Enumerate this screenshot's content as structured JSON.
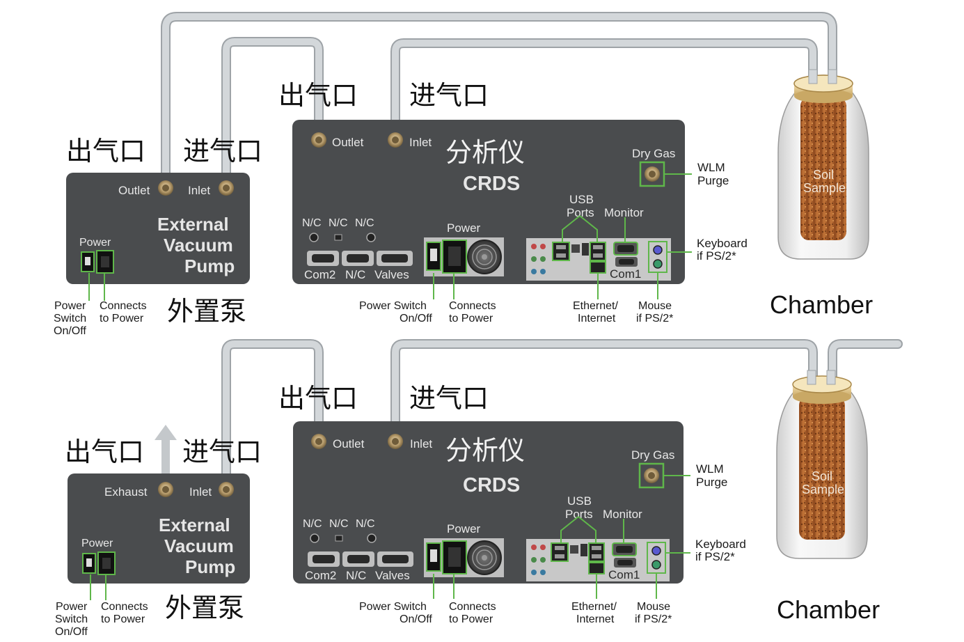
{
  "colors": {
    "panel": "#4a4c4e",
    "tube": "#cfd3d6",
    "accent_green": "#5fb74a",
    "soil": "#b8642e",
    "port_brass": "#b9a27a"
  },
  "labels": {
    "outlet_cn": "出气口",
    "inlet_cn": "进气口",
    "analyzer_cn": "分析仪",
    "pump_cn": "外置泵",
    "outlet": "Outlet",
    "inlet": "Inlet",
    "exhaust": "Exhaust",
    "crds": "CRDS",
    "dry_gas": "Dry Gas",
    "wlm_purge_1": "WLM",
    "wlm_purge_2": "Purge",
    "usb_ports_1": "USB",
    "usb_ports_2": "Ports",
    "monitor": "Monitor",
    "power": "Power",
    "nc": "N/C",
    "com2": "Com2",
    "valves": "Valves",
    "com1": "Com1",
    "keyboard_1": "Keyboard",
    "keyboard_2": "if PS/2*",
    "power_switch_1": "Power Switch",
    "power_switch_2": "On/Off",
    "connects_1": "Connects",
    "connects_2": "to Power",
    "ethernet_1": "Ethernet/",
    "ethernet_2": "Internet",
    "mouse_1": "Mouse",
    "mouse_2": "if PS/2*",
    "pump_title_1": "External",
    "pump_title_2": "Vacuum",
    "pump_title_3": "Pump",
    "pump_power_1": "Power",
    "pump_power_2": "Switch",
    "pump_power_3": "On/Off",
    "chamber": "Chamber",
    "soil_1": "Soil",
    "soil_2": "Sample"
  }
}
